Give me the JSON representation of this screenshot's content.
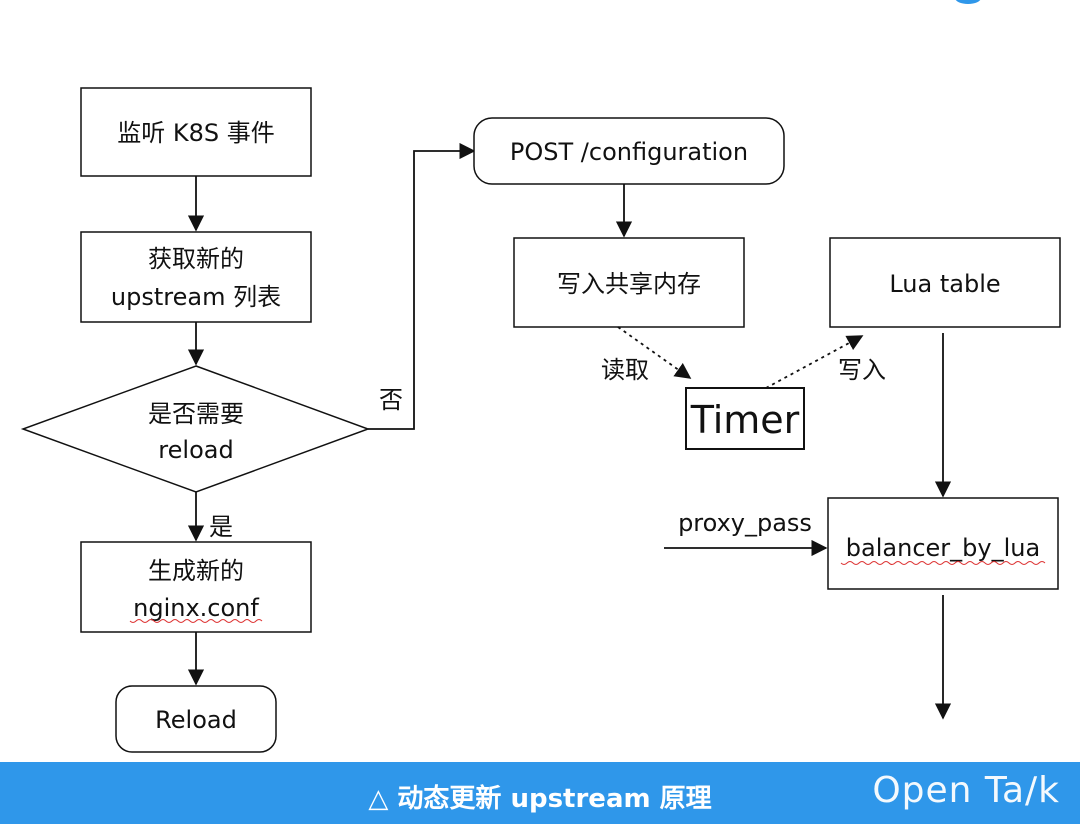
{
  "diagram": {
    "nodes": {
      "listen": "监听 K8S 事件",
      "fetch_line1": "获取新的",
      "fetch_line2": "upstream 列表",
      "decide_line1": "是否需要",
      "decide_line2": "reload",
      "generate_line1": "生成新的",
      "generate_line2": "nginx.conf",
      "reload": "Reload",
      "post_config": "POST /configuration",
      "write_shm": "写入共享内存",
      "timer": "Timer",
      "lua_table": "Lua table",
      "balancer": "balancer_by_lua"
    },
    "edge_labels": {
      "no": "否",
      "yes": "是",
      "read": "读取",
      "write": "写入",
      "proxy_pass": "proxy_pass"
    }
  },
  "footer": {
    "caption": "△ 动态更新 upstream 原理",
    "brand": "Open Ta/k"
  },
  "colors": {
    "footer_bg": "#2f97ea",
    "line": "#111111"
  }
}
